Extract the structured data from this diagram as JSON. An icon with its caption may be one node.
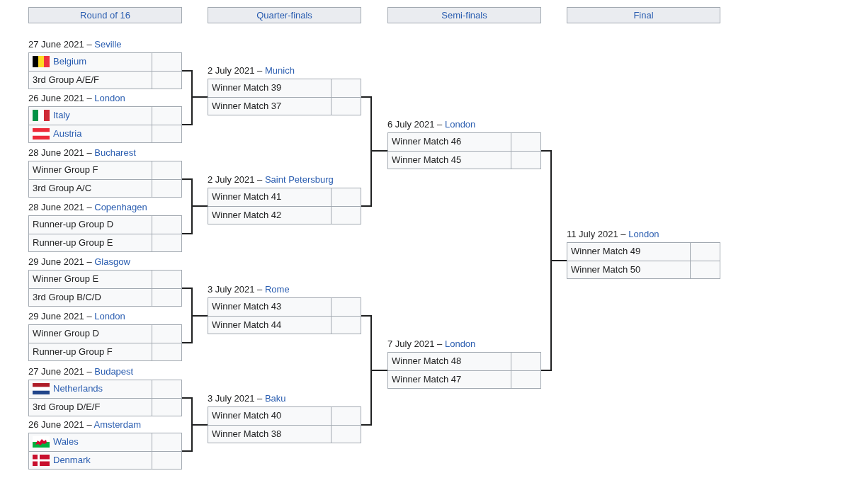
{
  "diagram": {
    "nodes": [
      {
        "text": [
          "Round of 16"
        ]
      },
      {
        "text": [
          "Quarter-finals"
        ]
      },
      {
        "text": [
          "Semi-finals"
        ]
      },
      {
        "text": [
          "Final"
        ]
      },
      {
        "text": [
          "Belgium",
          "3rd Group A/E/F"
        ],
        "beside": [
          "27 June 2021 – Seville"
        ]
      },
      {
        "text": [
          "Italy",
          "Austria"
        ],
        "beside": [
          "26 June 2021 – London"
        ]
      },
      {
        "text": [
          "Winner Group F",
          "3rd Group A/C"
        ],
        "beside": [
          "28 June 2021 – Bucharest"
        ]
      },
      {
        "text": [
          "Runner-up Group D",
          "Runner-up Group E"
        ],
        "beside": [
          "28 June 2021 – Copenhagen"
        ]
      },
      {
        "text": [
          "Winner Group E",
          "3rd Group B/C/D"
        ],
        "beside": [
          "29 June 2021 – Glasgow"
        ]
      },
      {
        "text": [
          "Winner Group D",
          "Runner-up Group F"
        ],
        "beside": [
          "29 June 2021 – London"
        ]
      },
      {
        "text": [
          "Netherlands",
          "3rd Group D/E/F"
        ],
        "beside": [
          "27 June 2021 – Budapest"
        ]
      },
      {
        "text": [
          "Wales",
          "Denmark"
        ],
        "beside": [
          "26 June 2021 – Amsterdam"
        ]
      },
      {
        "text": [
          "Winner Match 39",
          "Winner Match 37"
        ],
        "beside": [
          "2 July 2021 – Munich"
        ]
      },
      {
        "text": [
          "Winner Match 41",
          "Winner Match 42"
        ],
        "beside": [
          "2 July 2021 – Saint Petersburg"
        ]
      },
      {
        "text": [
          "Winner Match 43",
          "Winner Match 44"
        ],
        "beside": [
          "3 July 2021 – Rome"
        ]
      },
      {
        "text": [
          "Winner Match 40",
          "Winner Match 38"
        ],
        "beside": [
          "3 July 2021 – Baku"
        ]
      },
      {
        "text": [
          "Winner Match 46",
          "Winner Match 45"
        ],
        "beside": [
          "6 July 2021 – London"
        ]
      },
      {
        "text": [
          "Winner Match 48",
          "Winner Match 47"
        ],
        "beside": [
          "7 July 2021 – London"
        ]
      },
      {
        "text": [
          "Winner Match 49",
          "Winner Match 50"
        ],
        "beside": [
          "11 July 2021 – London"
        ]
      }
    ],
    "edges": [
      {
        "from": 4,
        "to": 12,
        "arrow": "none"
      },
      {
        "from": 5,
        "to": 12,
        "arrow": "none"
      },
      {
        "from": 6,
        "to": 13,
        "arrow": "none"
      },
      {
        "from": 7,
        "to": 13,
        "arrow": "none"
      },
      {
        "from": 8,
        "to": 14,
        "arrow": "none"
      },
      {
        "from": 9,
        "to": 14,
        "arrow": "none"
      },
      {
        "from": 10,
        "to": 15,
        "arrow": "none"
      },
      {
        "from": 11,
        "to": 15,
        "arrow": "none"
      },
      {
        "from": 12,
        "to": 16,
        "arrow": "none"
      },
      {
        "from": 13,
        "to": 16,
        "arrow": "none"
      },
      {
        "from": 14,
        "to": 17,
        "arrow": "none"
      },
      {
        "from": 15,
        "to": 17,
        "arrow": "none"
      },
      {
        "from": 16,
        "to": 18,
        "arrow": "none"
      },
      {
        "from": 17,
        "to": 18,
        "arrow": "none"
      }
    ]
  }
}
